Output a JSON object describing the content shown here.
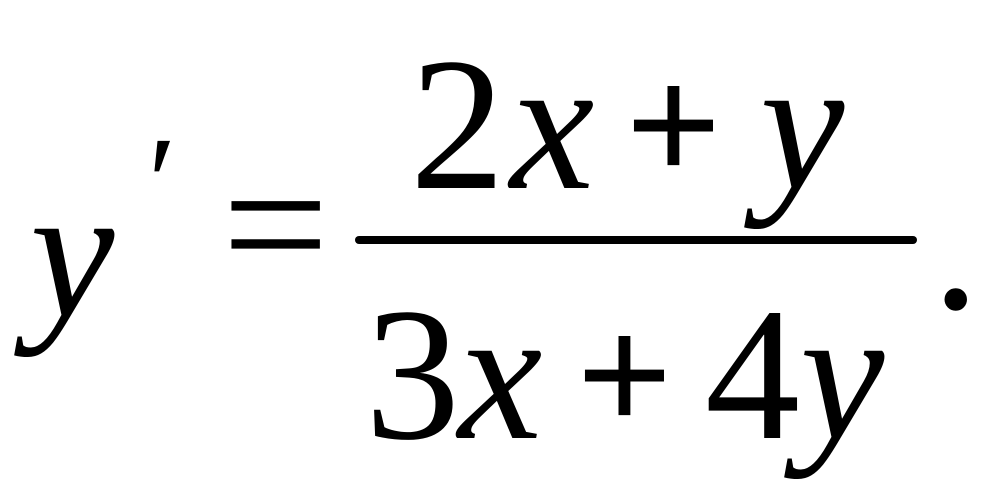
{
  "equation": {
    "lhs": {
      "variable": "y",
      "prime": "′"
    },
    "equals": "=",
    "numerator": {
      "coef": "2",
      "var1": "x",
      "op": "+",
      "var2": "y"
    },
    "denominator": {
      "coef1": "3",
      "var1": "x",
      "op": "+",
      "coef2": "4",
      "var2": "y"
    },
    "terminator": "."
  }
}
